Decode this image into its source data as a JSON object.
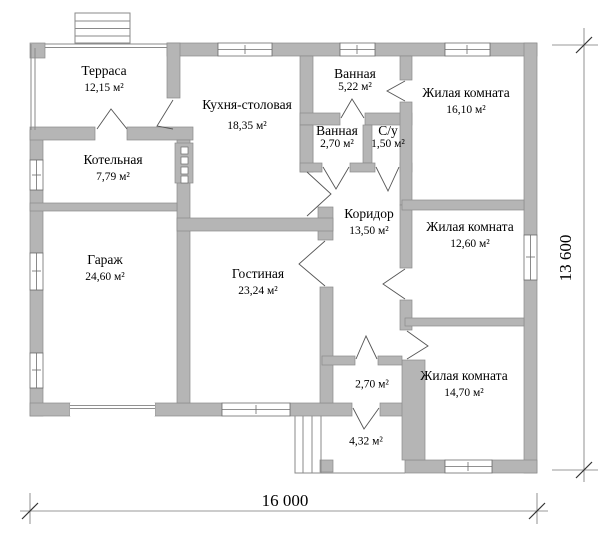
{
  "plan": {
    "rooms": [
      {
        "name": "Терраса",
        "area": "12,15 м²"
      },
      {
        "name": "Кухня-столовая",
        "area": "18,35 м²"
      },
      {
        "name": "Ванная",
        "area": "5,22 м²"
      },
      {
        "name": "Жилая комната",
        "area": "16,10 м²"
      },
      {
        "name": "Ванная",
        "area": "2,70 м²"
      },
      {
        "name": "С/у",
        "area": "1,50 м²"
      },
      {
        "name": "Котельная",
        "area": "7,79 м²"
      },
      {
        "name": "Коридор",
        "area": "13,50 м²"
      },
      {
        "name": "Жилая комната",
        "area": "12,60 м²"
      },
      {
        "name": "Гараж",
        "area": "24,60 м²"
      },
      {
        "name": "Гостиная",
        "area": "23,24 м²"
      },
      {
        "name": "",
        "area": "2,70 м²"
      },
      {
        "name": "Жилая комната",
        "area": "14,70 м²"
      },
      {
        "name": "",
        "area": "4,32 м²"
      }
    ],
    "dimensions": {
      "width": "16 000",
      "height": "13 600"
    },
    "colors": {
      "wall_fill": "#b5b5b5",
      "wall_edge": "#8a8a8a",
      "line_color": "#555555",
      "text_color": "#000000"
    }
  }
}
